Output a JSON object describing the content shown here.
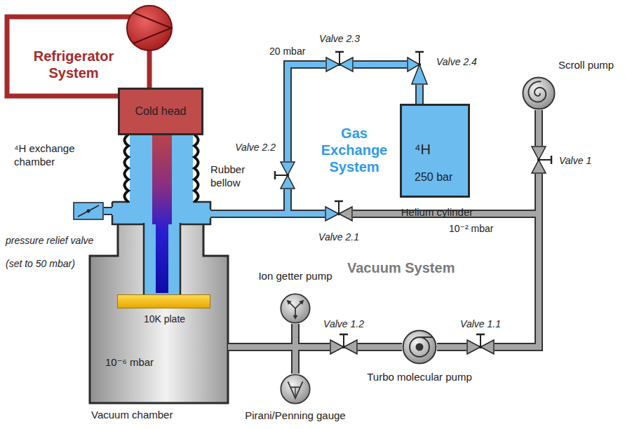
{
  "diagram": {
    "nodes": [
      {
        "text": [
          "Cold head"
        ]
      },
      {
        "text": [
          "⁴H exchange chamber"
        ]
      },
      {
        "text": [
          "10⁻⁶ mbar",
          "Vacuum chamber"
        ]
      },
      {
        "text": [
          "10K plate"
        ],
        "in": 2
      },
      {
        "text": [
          "pressure relief valve",
          "(set to 50 mbar)"
        ]
      },
      {
        "text": [
          "Valve 2.1"
        ]
      },
      {
        "text": [
          "Valve 2.2"
        ]
      },
      {
        "text": [
          "Valve 2.3"
        ]
      },
      {
        "text": [
          "Valve 2.4"
        ]
      },
      {
        "text": [
          "⁴H",
          "250 bar",
          "Helium cylinder"
        ]
      },
      {
        "text": [
          "Scroll pump"
        ]
      },
      {
        "text": [
          "Valve 1"
        ]
      },
      {
        "text": [
          "Ion getter pump"
        ]
      },
      {
        "text": [
          "Pirani/Penning gauge"
        ]
      },
      {
        "text": [
          "Valve 1.2"
        ]
      },
      {
        "text": [
          "Turbo molecular pump"
        ]
      },
      {
        "text": [
          "Valve 1.1"
        ]
      }
    ],
    "edges": [
      {
        "from": 1,
        "to": 4,
        "arrow": "none"
      },
      {
        "from": 1,
        "to": 5,
        "arrow": "none"
      },
      {
        "from": 1,
        "to": 6,
        "arrow": "none"
      },
      {
        "from": 6,
        "to": 7,
        "arrow": "none"
      },
      {
        "from": 7,
        "to": 8,
        "arrow": "none"
      },
      {
        "from": 8,
        "to": 9,
        "arrow": "none"
      },
      {
        "from": 5,
        "to": 11,
        "arrow": "none"
      },
      {
        "from": 5,
        "to": 16,
        "arrow": "none"
      },
      {
        "from": 10,
        "to": 11,
        "arrow": "none"
      },
      {
        "from": 16,
        "to": 11,
        "arrow": "none"
      },
      {
        "from": 15,
        "to": 16,
        "arrow": "none"
      },
      {
        "from": 14,
        "to": 15,
        "arrow": "none"
      },
      {
        "from": 2,
        "to": 14,
        "arrow": "none"
      },
      {
        "from": 2,
        "to": 12,
        "arrow": "none"
      },
      {
        "from": 2,
        "to": 13,
        "arrow": "none"
      }
    ],
    "labels": [
      "Refrigerator System",
      "Rubber bellow",
      "20 mbar",
      "Gas Exchange System",
      "10⁻² mbar",
      "Vacuum System"
    ]
  }
}
